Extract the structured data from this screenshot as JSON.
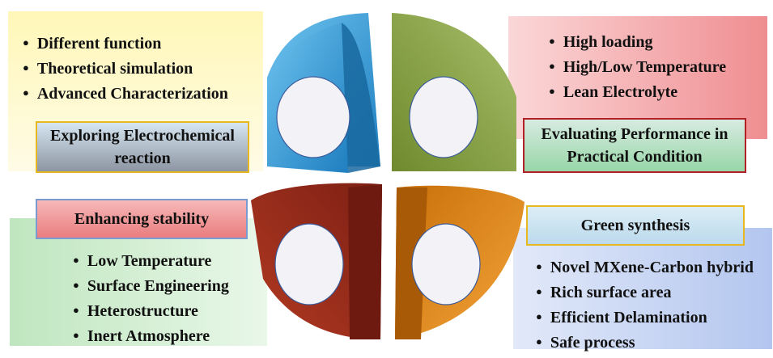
{
  "quadrants": {
    "top_left": {
      "bullets": [
        "Different function",
        "Theoretical  simulation",
        "Advanced Characterization"
      ],
      "label": "Exploring Electrochemical reaction"
    },
    "top_right": {
      "bullets": [
        "High loading",
        "High/Low Temperature",
        "Lean Electrolyte"
      ],
      "label": "Evaluating Performance in Practical Condition"
    },
    "bottom_left": {
      "label": "Enhancing stability",
      "bullets": [
        "Low Temperature",
        "Surface Engineering",
        "Heterostructure",
        "Inert Atmosphere"
      ]
    },
    "bottom_right": {
      "label": "Green synthesis",
      "bullets": [
        "Novel MXene-Carbon hybrid",
        "Rich surface area",
        "Efficient Delamination",
        "Safe process"
      ]
    }
  },
  "colors": {
    "top_left_panel": "#fdf6c4",
    "top_right_panel": "#f4a8ac",
    "bottom_left_panel": "#cfeccf",
    "bottom_right_panel": "#c9d6f3",
    "segment_blue": "#2e98d4",
    "segment_green": "#84a040",
    "segment_red": "#9c2a1c",
    "segment_orange": "#e58a14"
  }
}
